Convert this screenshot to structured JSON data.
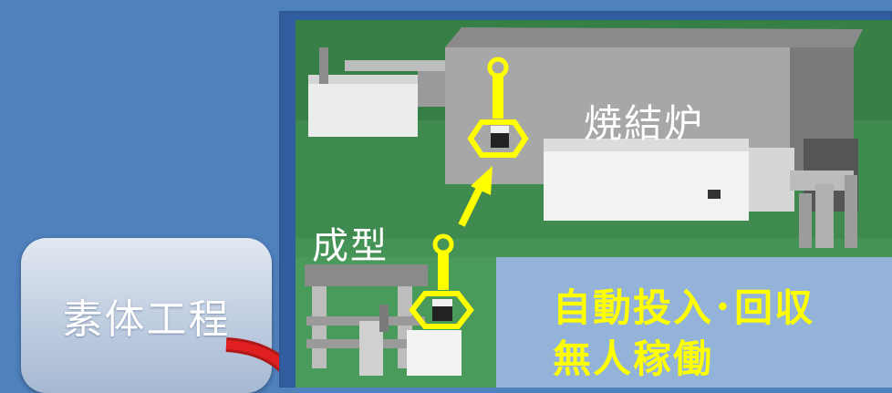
{
  "slide": {
    "process_label": "素体工程",
    "scene": {
      "furnace_label": "焼結炉",
      "molding_label": "成型",
      "info_line_1": "自動投入･回収",
      "info_line_2": "無人稼働"
    }
  },
  "colors": {
    "background": "#4f81bd",
    "frame_border": "#2f5597",
    "arrow": "#ffff00",
    "info_text": "#ffff00",
    "info_box": "#93b3d9",
    "floor": "#3e8a4f",
    "connector": "#e02020"
  },
  "icons": [
    "robot-gripper-icon",
    "up-arrow-icon",
    "curved-connector-icon"
  ]
}
